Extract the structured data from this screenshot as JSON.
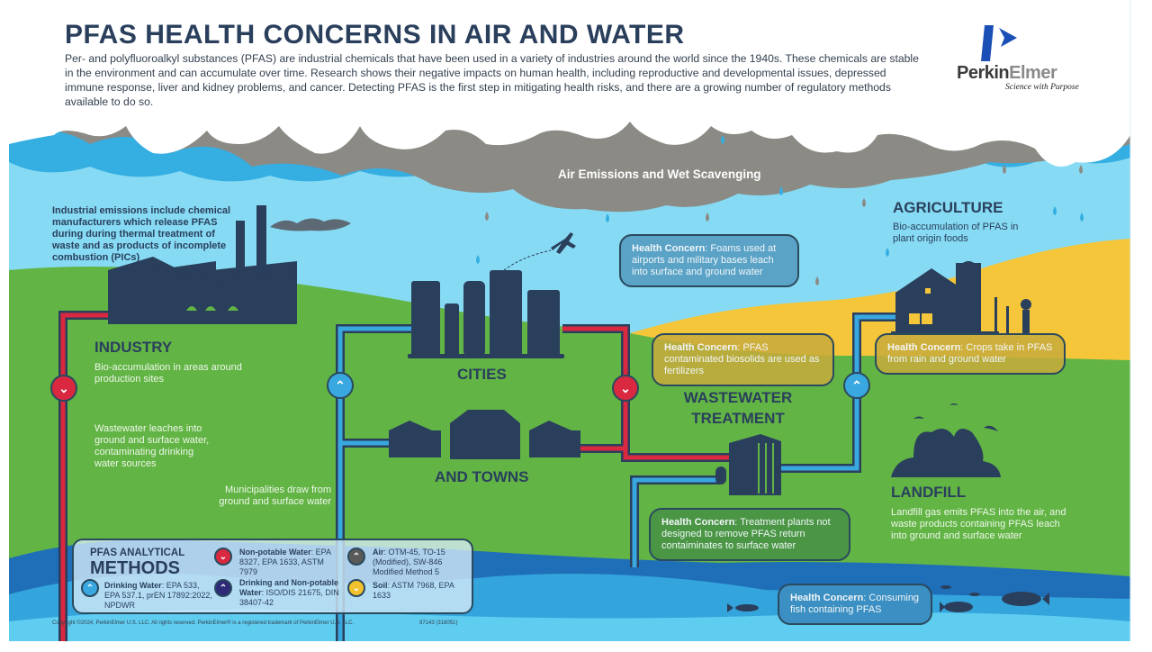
{
  "header": {
    "title": "PFAS HEALTH CONCERNS IN AIR AND WATER",
    "intro": "Per- and polyfluoroalkyl substances (PFAS) are industrial chemicals that have been used in a variety of industries around the world since the 1940s. These chemicals are stable in the environment and can accumulate over time. Research shows their negative impacts on human health, including reproductive and developmental issues, depressed immune response, liver and kidney problems, and cancer. Detecting PFAS is the first step in mitigating health risks, and there are a growing number of regulatory methods available to do so."
  },
  "logo": {
    "brand_a": "Perkin",
    "brand_b": "Elmer",
    "tagline": "Science with Purpose"
  },
  "sky": {
    "cloud_label": "Air Emissions and Wet Scavenging"
  },
  "industry": {
    "emissions_note": "Industrial emissions include chemical manufacturers which release PFAS during during thermal treatment of waste and as products of incomplete combustion (PICs)",
    "title": "INDUSTRY",
    "bio_note": "Bio-accumulation in areas around production sites",
    "wastewater_note": "Wastewater leaches into ground and surface water, contaminating drinking water sources",
    "municipal_note": "Municipalities draw from ground and surface water"
  },
  "cities": {
    "title": "CITIES",
    "towns_title": "AND TOWNS"
  },
  "wastewater": {
    "title_line1": "WASTEWATER",
    "title_line2": "TREATMENT"
  },
  "agriculture": {
    "title": "AGRICULTURE",
    "note": "Bio-accumulation of PFAS in plant origin foods"
  },
  "landfill": {
    "title": "LANDFILL",
    "note": "Landfill gas emits PFAS into the air, and waste products containing PFAS leach into ground and surface water"
  },
  "health_concerns": [
    {
      "label": "Health Concern",
      "text": ": Foams used at airports and military bases leach into surface and ground water"
    },
    {
      "label": "Health Concern",
      "text": ": PFAS contaminated biosolids are used as fertilizers"
    },
    {
      "label": "Health Concern",
      "text": ": Crops take in PFAS from rain and ground water"
    },
    {
      "label": "Health Concern",
      "text": ": Treatment plants not designed to remove PFAS return contaiminates to surface water"
    },
    {
      "label": "Health Concern",
      "text": ": Consuming fish containing PFAS"
    }
  ],
  "methods": {
    "heading_small": "PFAS ANALYTICAL",
    "heading_big": "METHODS",
    "items": [
      {
        "icon": "chevron-up",
        "color": "#3aa8e0",
        "label": "Drinking Water",
        "text": ": EPA 533, EPA 537.1, prEN 17892:2022, NPDWR"
      },
      {
        "icon": "chevron-down",
        "color": "#d9283f",
        "label": "Non-potable Water",
        "text": ": EPA 8327, EPA 1633, ASTM 7979"
      },
      {
        "icon": "chevron-up",
        "color": "#2e2a78",
        "label": "Drinking and Non-potable Water",
        "text": ": ISO/DIS 21675, DIN 38407-42"
      },
      {
        "icon": "chevron-up",
        "color": "#5a5a5a",
        "label": "Air",
        "text": ": OTM-45, TO-15 (Modified), SW-846 Modified Method 5"
      },
      {
        "icon": "chevron-down",
        "color": "#f2c12e",
        "label": "Soil",
        "text": ": ASTM 7968, EPA 1633"
      }
    ]
  },
  "footer": {
    "copyright": "Copyright ©2024, PerkinElmer U.S. LLC. All rights reserved. PerkinElmer® is a registered trademark of PerkinElmer U.S. LLC.",
    "doc_number": "97143 (318051)"
  },
  "colors": {
    "navy": "#2a3f5c",
    "sky": "#86daf3",
    "cloud_grey": "#8b8a85",
    "cloud_blue": "#35aee2",
    "grass": "#62b445",
    "field_yellow": "#f5c53a",
    "pipe_red": "#d9283f",
    "pipe_blue": "#3aa8e0",
    "water_dark": "#1f6fb8",
    "water_mid": "#34a4dd",
    "water_light": "#5fcdf0"
  }
}
